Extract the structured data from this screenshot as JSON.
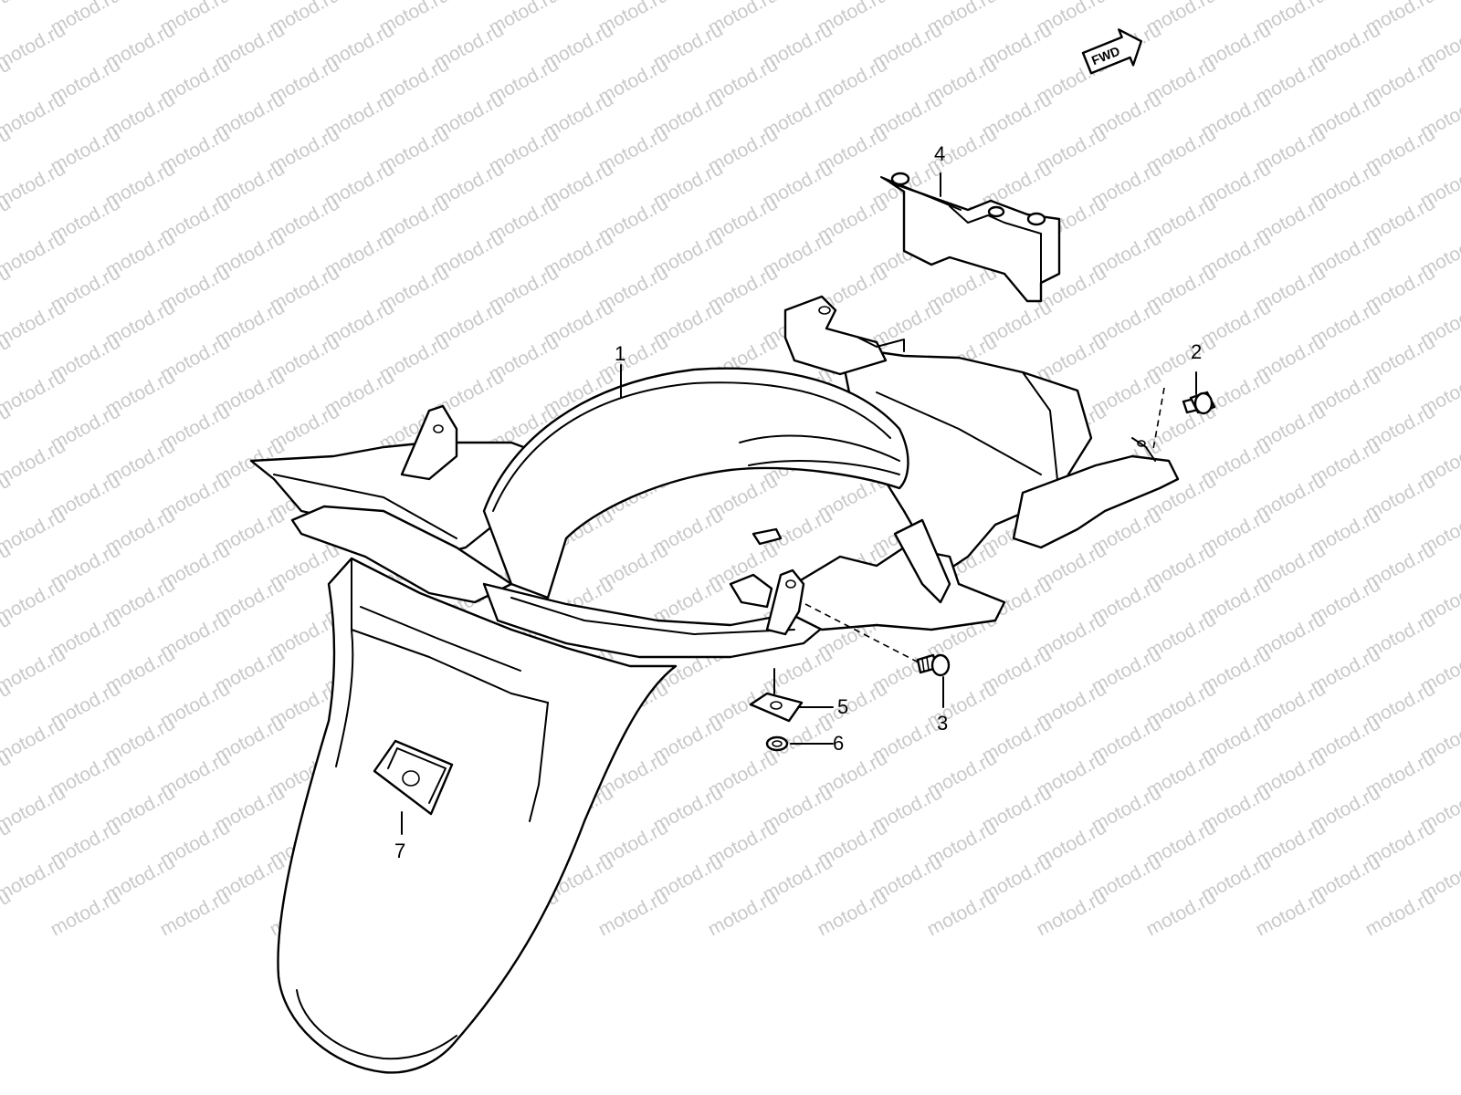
{
  "watermark": {
    "text": "motod.ru"
  },
  "direction_badge": {
    "label": "FWD"
  },
  "callouts": [
    {
      "number": "1"
    },
    {
      "number": "2"
    },
    {
      "number": "3"
    },
    {
      "number": "4"
    },
    {
      "number": "5"
    },
    {
      "number": "6"
    },
    {
      "number": "7"
    }
  ]
}
